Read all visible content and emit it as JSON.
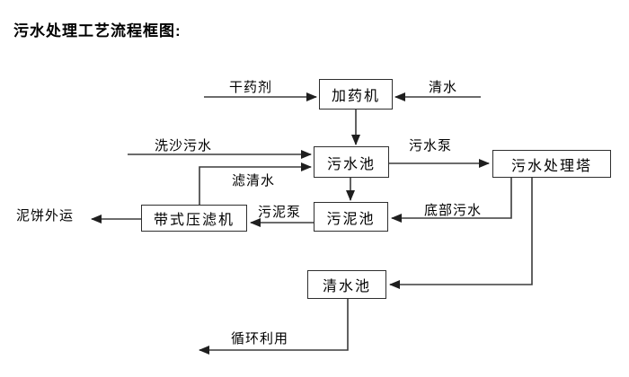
{
  "title": "污水处理工艺流程框图:",
  "diagram": {
    "nodes": [
      {
        "id": "dosing-machine",
        "label": "加药机"
      },
      {
        "id": "sewage-pool",
        "label": "污水池"
      },
      {
        "id": "sewage-treatment-tower",
        "label": "污水处理塔"
      },
      {
        "id": "sludge-pool",
        "label": "污泥池"
      },
      {
        "id": "belt-filter-press",
        "label": "带式压滤机"
      },
      {
        "id": "clean-water-pool",
        "label": "清水池"
      }
    ],
    "flow_labels": [
      {
        "id": "dry-chemical",
        "label": "干药剂"
      },
      {
        "id": "clean-water",
        "label": "清水"
      },
      {
        "id": "sand-washing-sewage",
        "label": "洗沙污水"
      },
      {
        "id": "filtered-water",
        "label": "滤清水"
      },
      {
        "id": "sewage-pump",
        "label": "污水泵"
      },
      {
        "id": "bottom-sewage",
        "label": "底部污水"
      },
      {
        "id": "sludge-pump",
        "label": "污泥泵"
      },
      {
        "id": "mud-cake-transport",
        "label": "泥饼外运"
      },
      {
        "id": "recycling",
        "label": "循环利用"
      }
    ],
    "colors": {
      "line": "#3b3b3b",
      "box_border": "#2e2e2e",
      "text": "#000000",
      "background": "#ffffff"
    }
  }
}
